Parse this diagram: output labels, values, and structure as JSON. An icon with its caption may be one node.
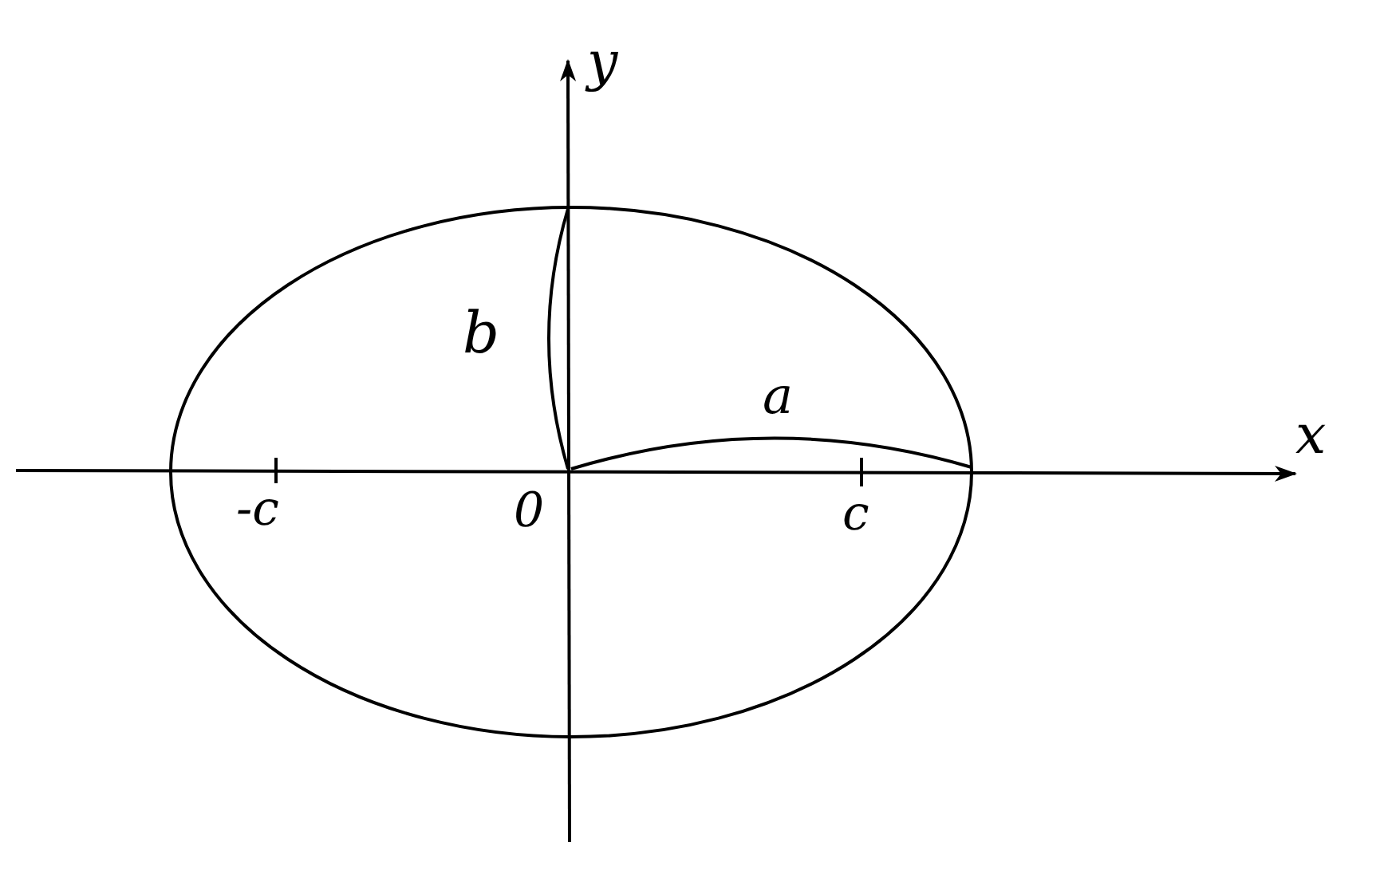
{
  "diagram": {
    "labels": [
      "y",
      "b",
      "a",
      "x",
      "-c",
      "0",
      "c"
    ]
  }
}
